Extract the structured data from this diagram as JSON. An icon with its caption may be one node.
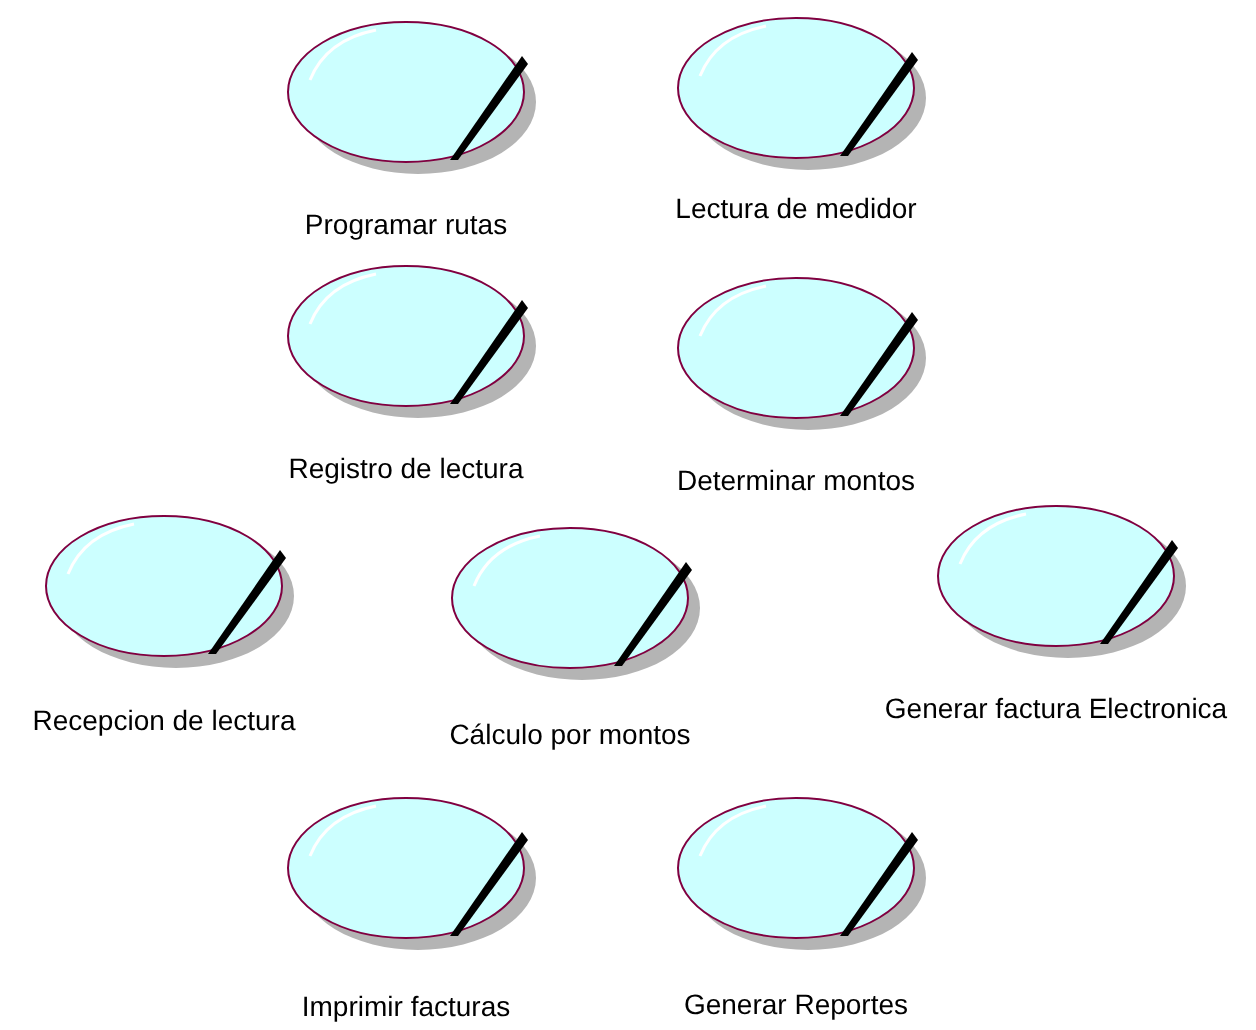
{
  "diagram": {
    "nodes": [
      {
        "text": [
          "Programar rutas"
        ]
      },
      {
        "text": [
          "Lectura de medidor"
        ]
      },
      {
        "text": [
          "Registro de lectura"
        ]
      },
      {
        "text": [
          "Determinar montos"
        ]
      },
      {
        "text": [
          "Recepcion de lectura"
        ]
      },
      {
        "text": [
          "Cálculo por montos"
        ]
      },
      {
        "text": [
          "Generar factura Electronica"
        ]
      },
      {
        "text": [
          "Imprimir facturas"
        ]
      },
      {
        "text": [
          "Generar Reportes"
        ]
      }
    ],
    "edges": []
  }
}
